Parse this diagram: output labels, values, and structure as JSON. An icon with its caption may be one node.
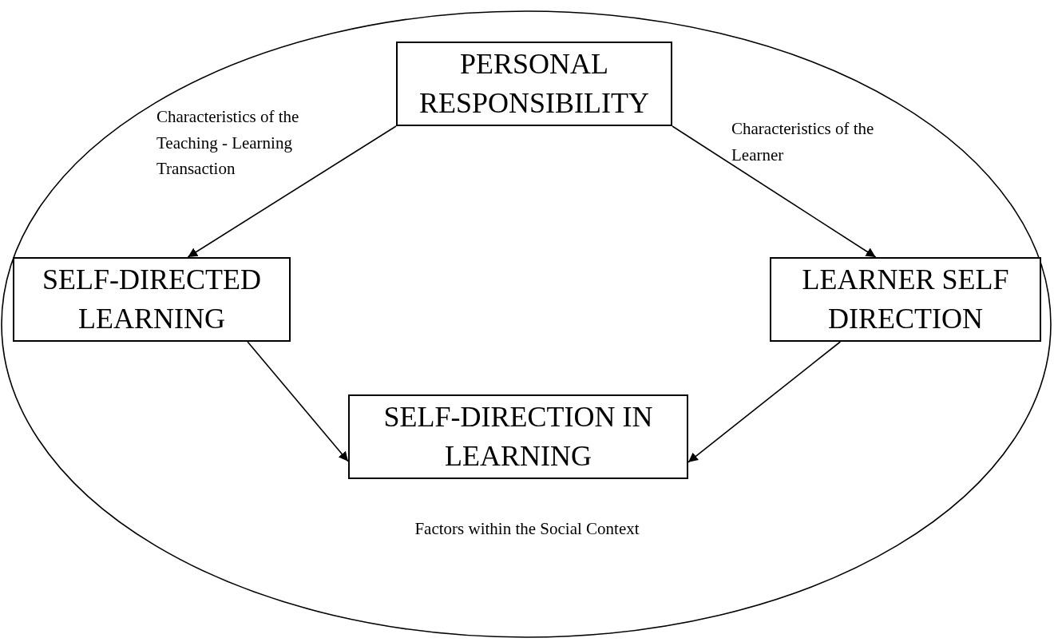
{
  "diagram": {
    "nodes": [
      {
        "text": [
          "Factors within the Social Context"
        ]
      },
      {
        "text": [
          "PERSONAL RESPONSIBILITY"
        ],
        "in": 0
      },
      {
        "text": [
          "SELF-DIRECTED LEARNING"
        ],
        "in": 0
      },
      {
        "text": [
          "LEARNER SELF DIRECTION"
        ],
        "in": 0
      },
      {
        "text": [
          "SELF-DIRECTION IN LEARNING"
        ],
        "in": 0
      }
    ],
    "edges": [
      {
        "from": 1,
        "to": 2,
        "arrow": "to",
        "label": "Characteristics of the Teaching - Learning Transaction"
      },
      {
        "from": 1,
        "to": 3,
        "arrow": "to",
        "label": "Characteristics of the Learner"
      },
      {
        "from": 2,
        "to": 4,
        "arrow": "to"
      },
      {
        "from": 3,
        "to": 4,
        "arrow": "to"
      }
    ]
  }
}
